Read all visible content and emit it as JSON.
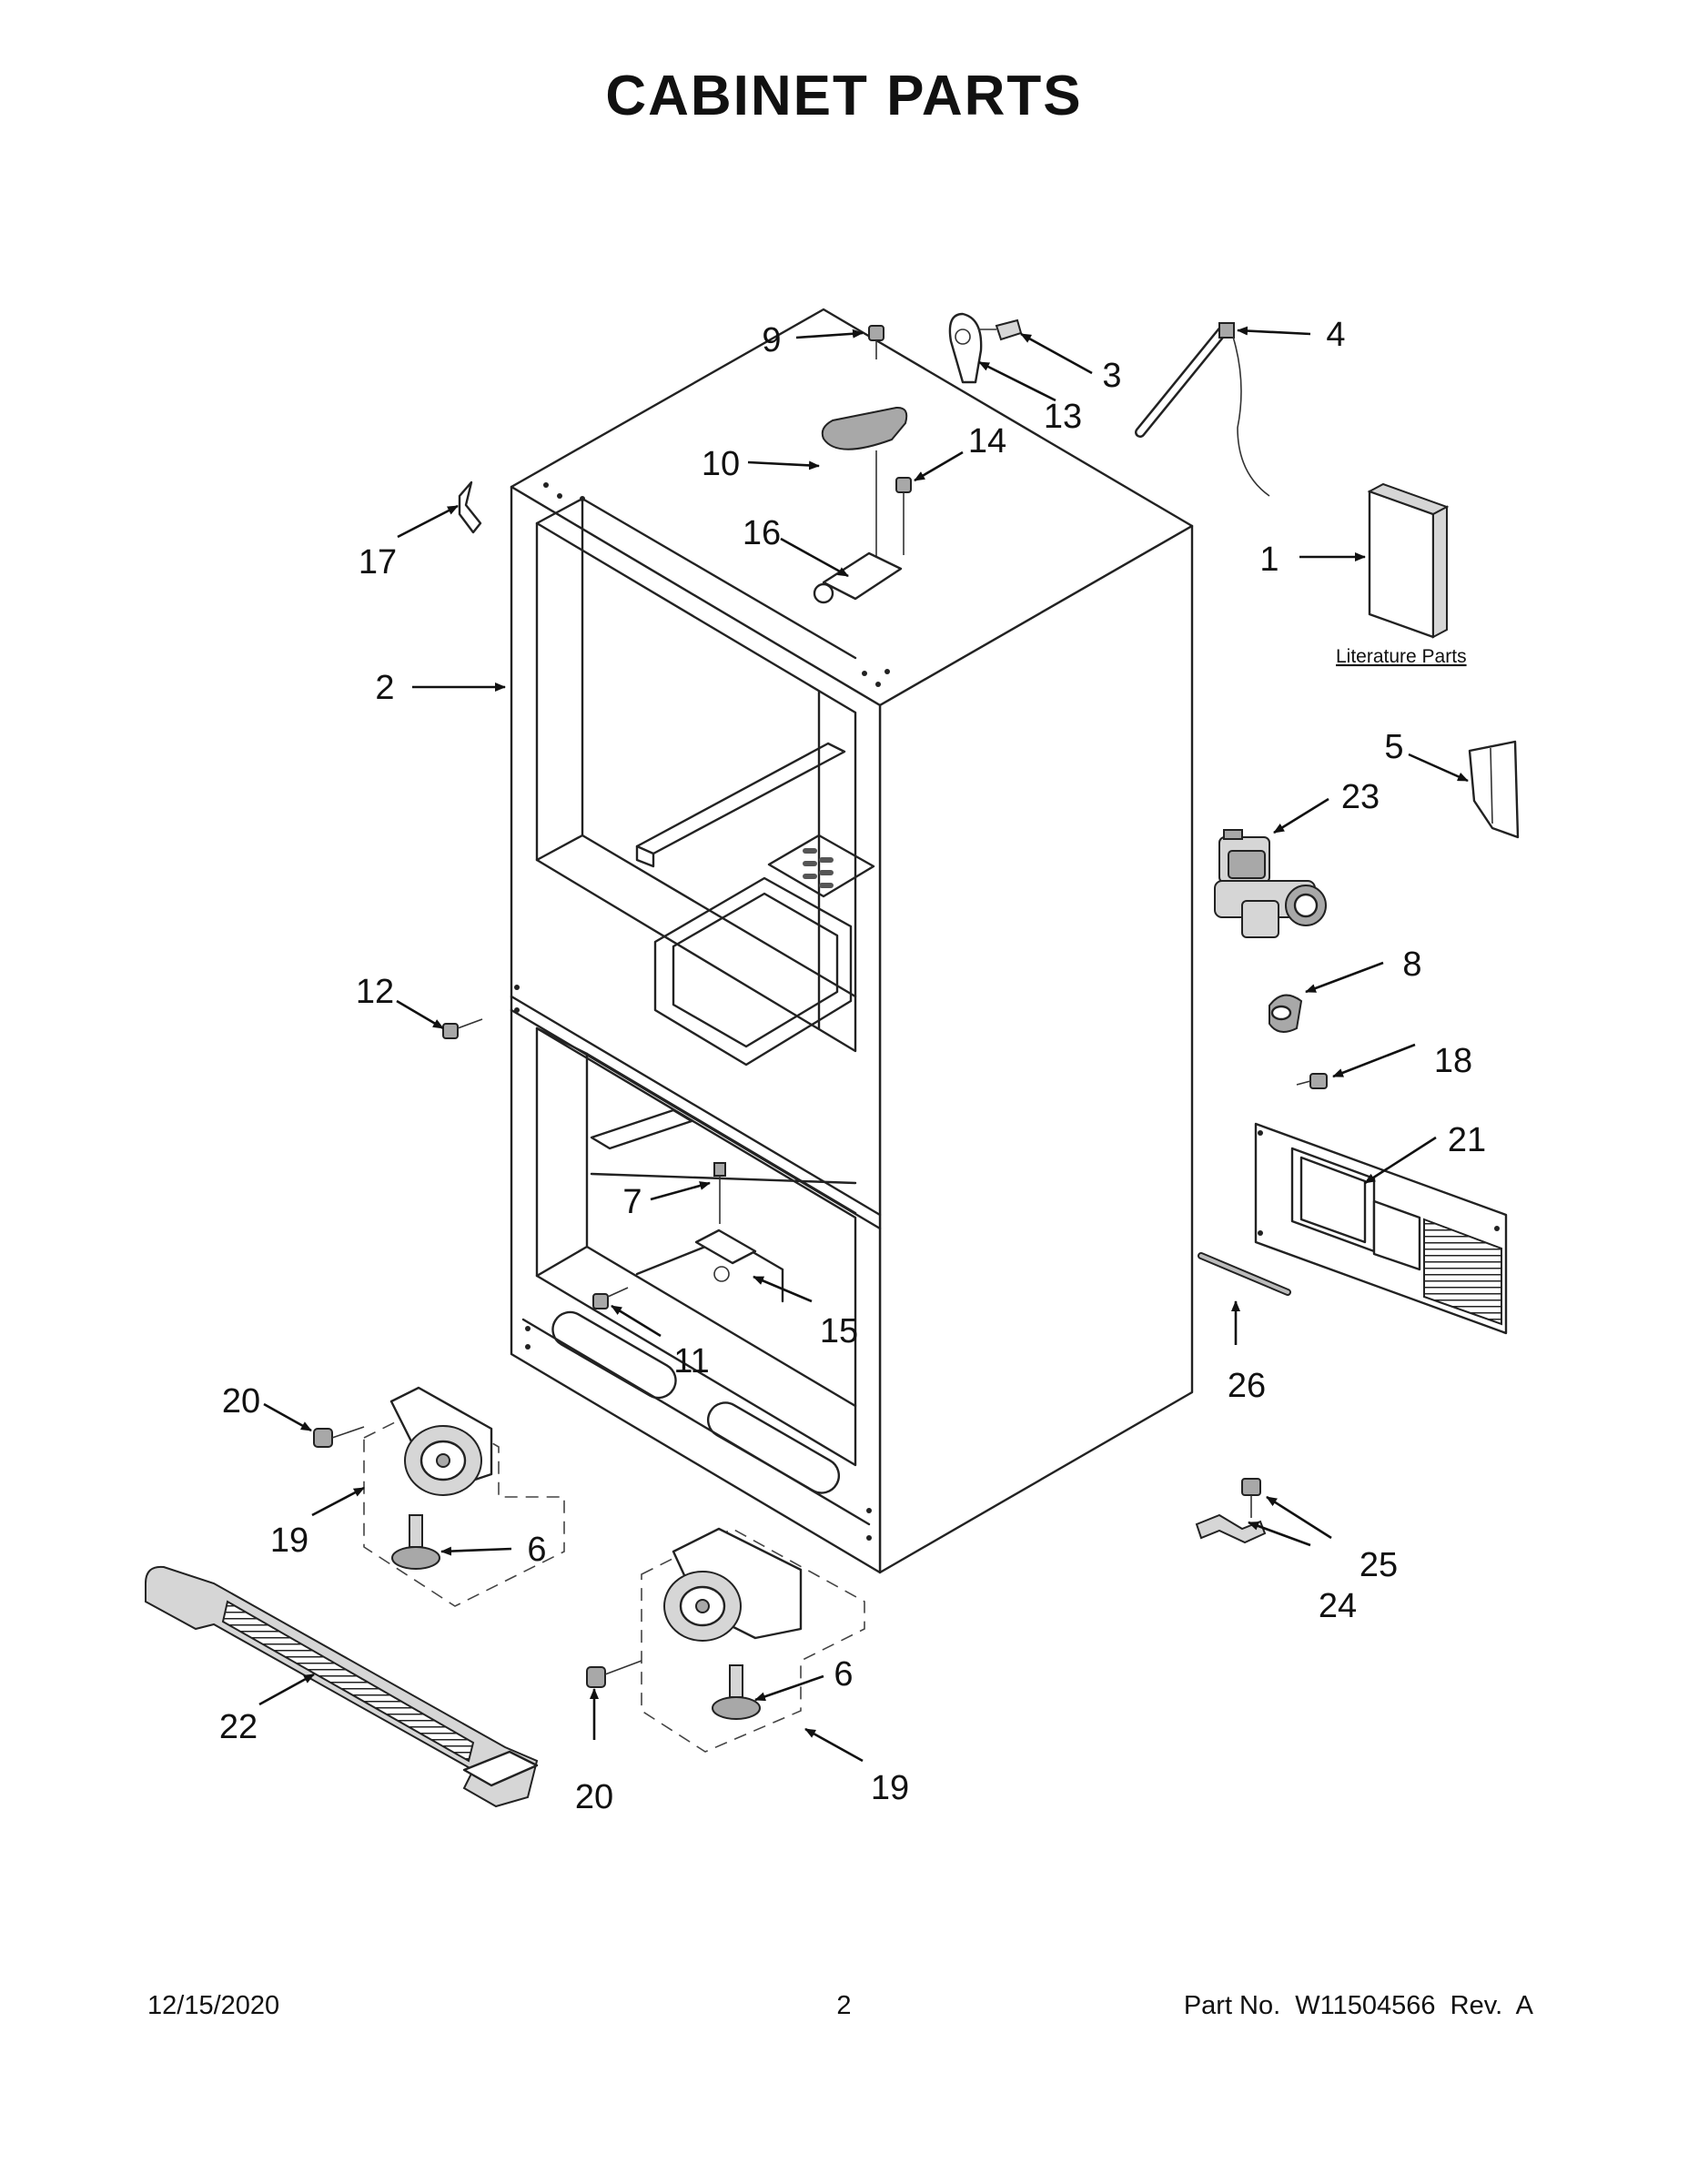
{
  "page": {
    "title": "CABINET PARTS",
    "literature_label": "Literature Parts"
  },
  "footer": {
    "date": "12/15/2020",
    "page_number": "2",
    "part_number": "Part No.  W11504566  Rev.  A"
  },
  "callouts": [
    {
      "id": "c1",
      "number": "1"
    },
    {
      "id": "c2",
      "number": "2"
    },
    {
      "id": "c3",
      "number": "3"
    },
    {
      "id": "c4",
      "number": "4"
    },
    {
      "id": "c5",
      "number": "5"
    },
    {
      "id": "c6a",
      "number": "6"
    },
    {
      "id": "c6b",
      "number": "6"
    },
    {
      "id": "c7",
      "number": "7"
    },
    {
      "id": "c8",
      "number": "8"
    },
    {
      "id": "c9",
      "number": "9"
    },
    {
      "id": "c10",
      "number": "10"
    },
    {
      "id": "c11",
      "number": "11"
    },
    {
      "id": "c12",
      "number": "12"
    },
    {
      "id": "c13",
      "number": "13"
    },
    {
      "id": "c14",
      "number": "14"
    },
    {
      "id": "c15",
      "number": "15"
    },
    {
      "id": "c16",
      "number": "16"
    },
    {
      "id": "c17",
      "number": "17"
    },
    {
      "id": "c18",
      "number": "18"
    },
    {
      "id": "c19a",
      "number": "19"
    },
    {
      "id": "c19b",
      "number": "19"
    },
    {
      "id": "c20a",
      "number": "20"
    },
    {
      "id": "c20b",
      "number": "20"
    },
    {
      "id": "c21",
      "number": "21"
    },
    {
      "id": "c22",
      "number": "22"
    },
    {
      "id": "c23",
      "number": "23"
    },
    {
      "id": "c24",
      "number": "24"
    },
    {
      "id": "c25",
      "number": "25"
    },
    {
      "id": "c26",
      "number": "26"
    }
  ]
}
